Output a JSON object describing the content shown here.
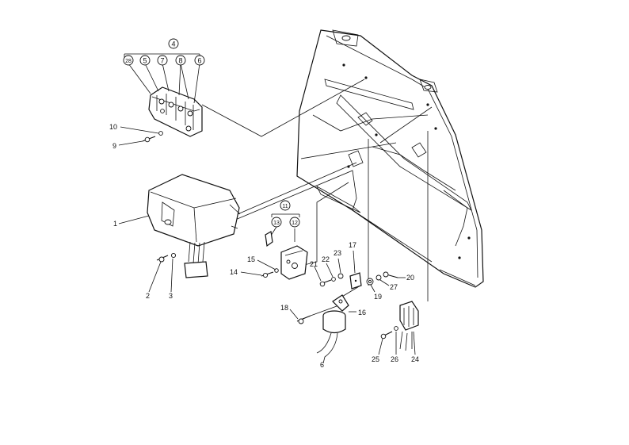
{
  "callouts": {
    "c1": "1",
    "c2": "2",
    "c3": "3",
    "c4": "4",
    "c5": "5",
    "c6": "6",
    "c7": "7",
    "c8": "8",
    "c9": "9",
    "c10": "10",
    "c11": "11",
    "c12": "12",
    "c13": "13",
    "c14": "14",
    "c15": "15",
    "c16": "16",
    "c17": "17",
    "c18": "18",
    "c19": "19",
    "c20": "20",
    "c21": "21",
    "c22": "22",
    "c23": "23",
    "c24": "24",
    "c25": "25",
    "c26": "26",
    "c27": "27",
    "c28": "28"
  },
  "colors": {
    "ink": "#111111",
    "paper": "#ffffff"
  }
}
